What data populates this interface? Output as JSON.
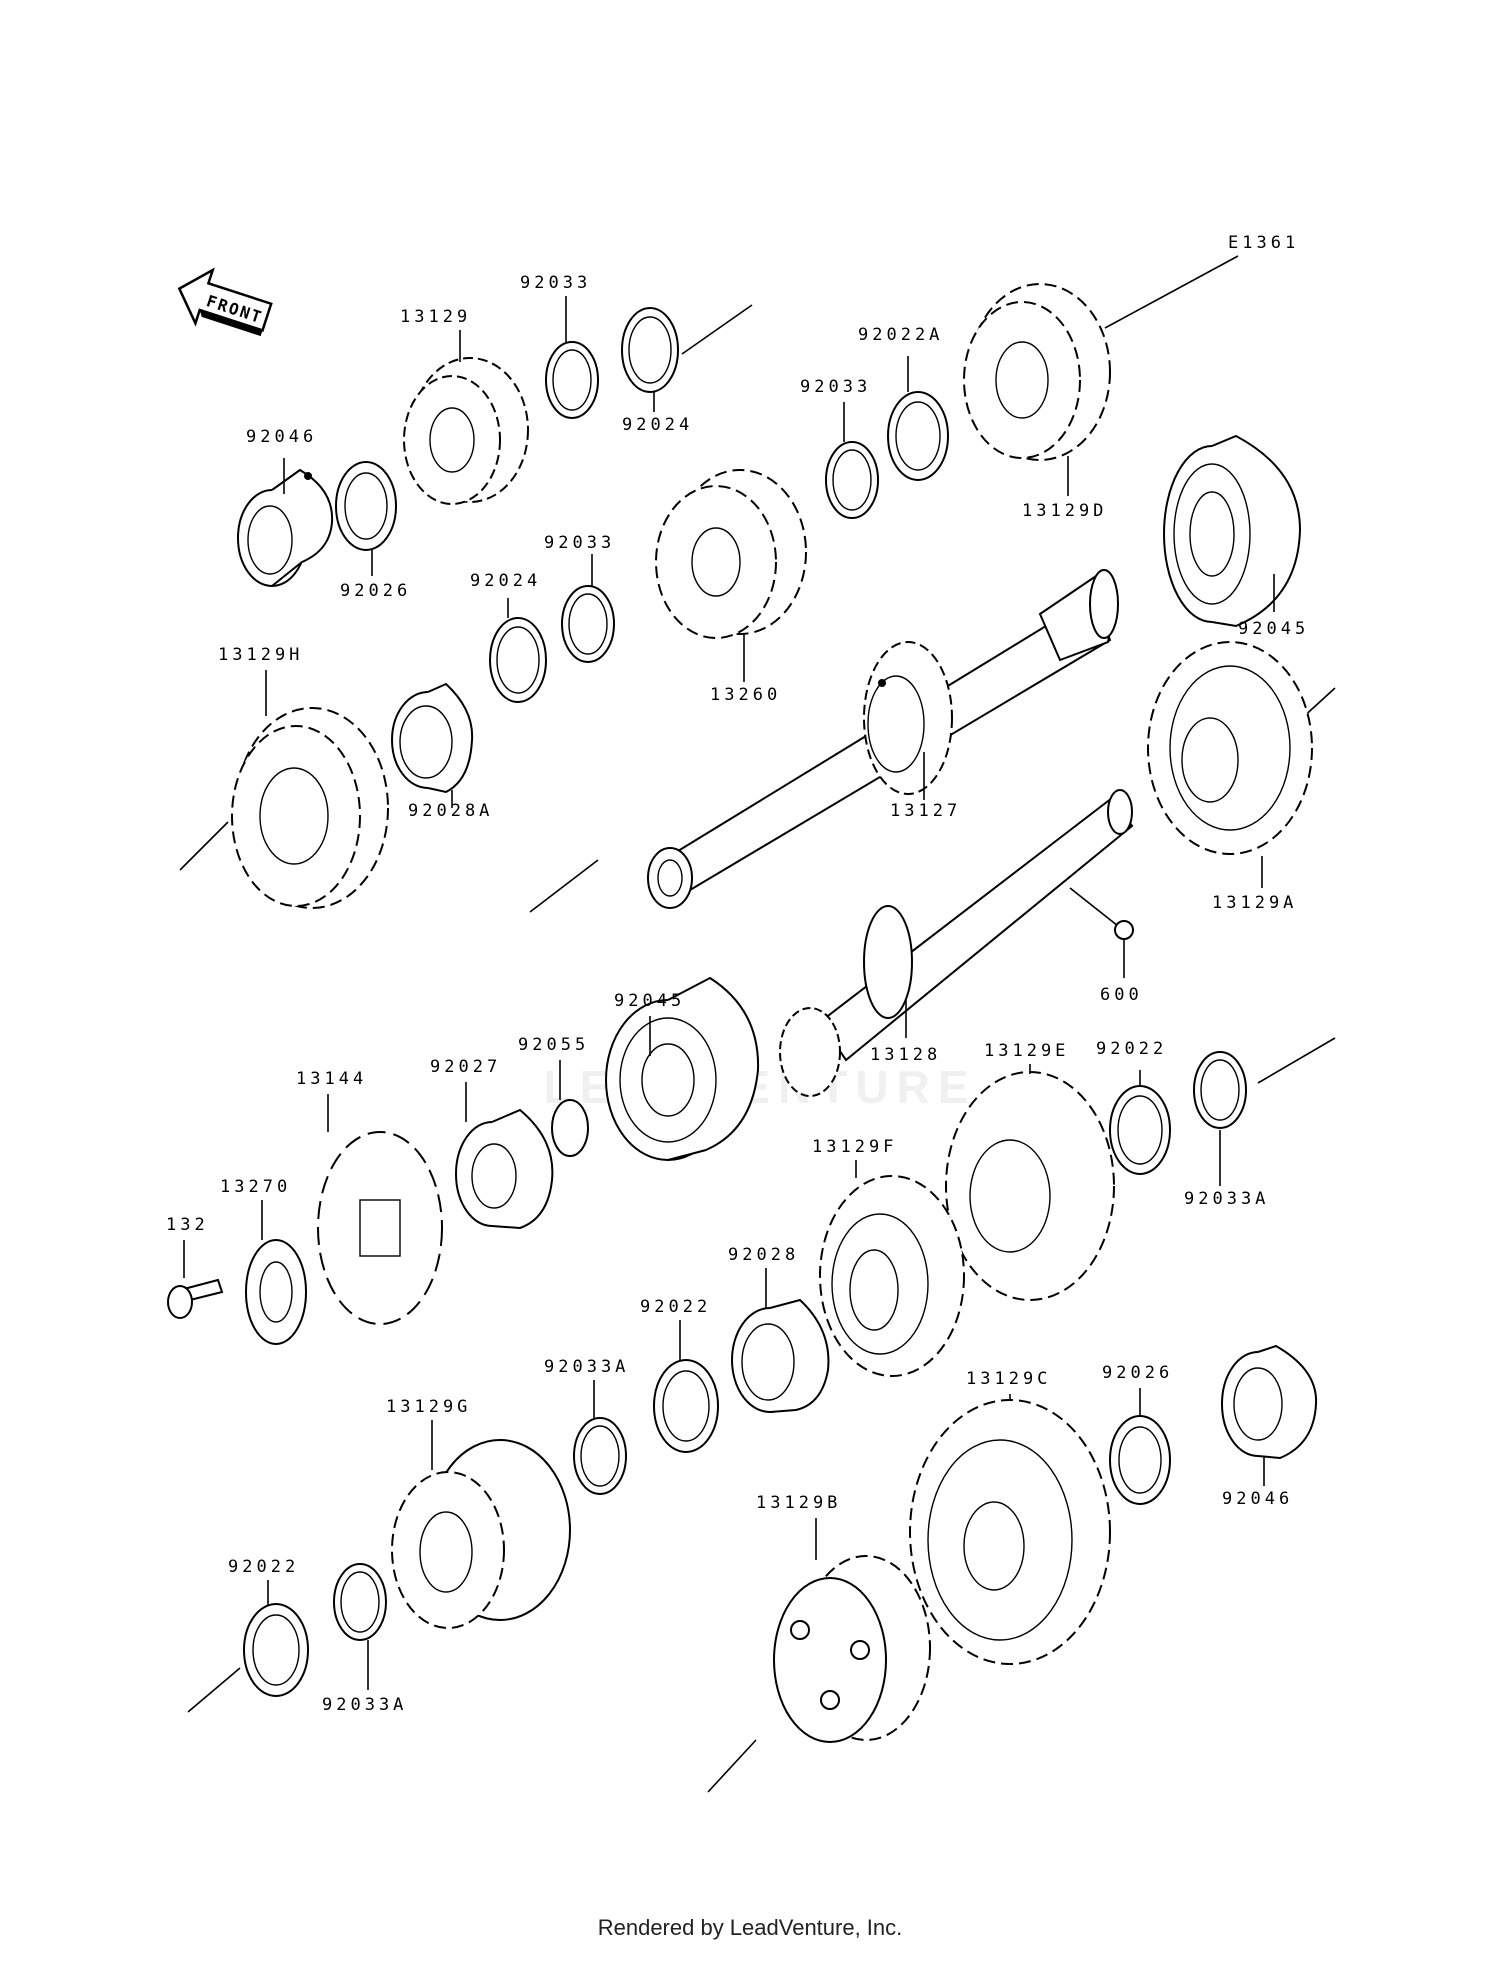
{
  "diagram": {
    "ref_code": "E1361",
    "front_arrow_label": "FRONT",
    "parts": [
      {
        "id": "p_92033_top",
        "label": "92033"
      },
      {
        "id": "p_13129",
        "label": "13129"
      },
      {
        "id": "p_92024_top",
        "label": "92024"
      },
      {
        "id": "p_92046_top",
        "label": "92046"
      },
      {
        "id": "p_92026_top",
        "label": "92026"
      },
      {
        "id": "p_92022A",
        "label": "92022A"
      },
      {
        "id": "p_92033_mid",
        "label": "92033"
      },
      {
        "id": "p_13129D",
        "label": "13129D"
      },
      {
        "id": "p_92045_right",
        "label": "92045"
      },
      {
        "id": "p_92033_b",
        "label": "92033"
      },
      {
        "id": "p_92024_b",
        "label": "92024"
      },
      {
        "id": "p_13260",
        "label": "13260"
      },
      {
        "id": "p_13129H",
        "label": "13129H"
      },
      {
        "id": "p_92028A",
        "label": "92028A"
      },
      {
        "id": "p_13127",
        "label": "13127"
      },
      {
        "id": "p_13129A",
        "label": "13129A"
      },
      {
        "id": "p_600",
        "label": "600"
      },
      {
        "id": "p_92045_mid",
        "label": "92045"
      },
      {
        "id": "p_13128",
        "label": "13128"
      },
      {
        "id": "p_92055",
        "label": "92055"
      },
      {
        "id": "p_92027",
        "label": "92027"
      },
      {
        "id": "p_13144",
        "label": "13144"
      },
      {
        "id": "p_13129E",
        "label": "13129E"
      },
      {
        "id": "p_92022_r",
        "label": "92022"
      },
      {
        "id": "p_92033A_r",
        "label": "92033A"
      },
      {
        "id": "p_13270",
        "label": "13270"
      },
      {
        "id": "p_132",
        "label": "132"
      },
      {
        "id": "p_13129F",
        "label": "13129F"
      },
      {
        "id": "p_92028",
        "label": "92028"
      },
      {
        "id": "p_92022_m",
        "label": "92022"
      },
      {
        "id": "p_92033A_m",
        "label": "92033A"
      },
      {
        "id": "p_13129G",
        "label": "13129G"
      },
      {
        "id": "p_13129C",
        "label": "13129C"
      },
      {
        "id": "p_92026_b",
        "label": "92026"
      },
      {
        "id": "p_92046_b",
        "label": "92046"
      },
      {
        "id": "p_92022_l",
        "label": "92022"
      },
      {
        "id": "p_92033A_l",
        "label": "92033A"
      },
      {
        "id": "p_13129B",
        "label": "13129B"
      }
    ]
  },
  "watermark": "LEADVENTURE",
  "footer": "Rendered by LeadVenture, Inc."
}
